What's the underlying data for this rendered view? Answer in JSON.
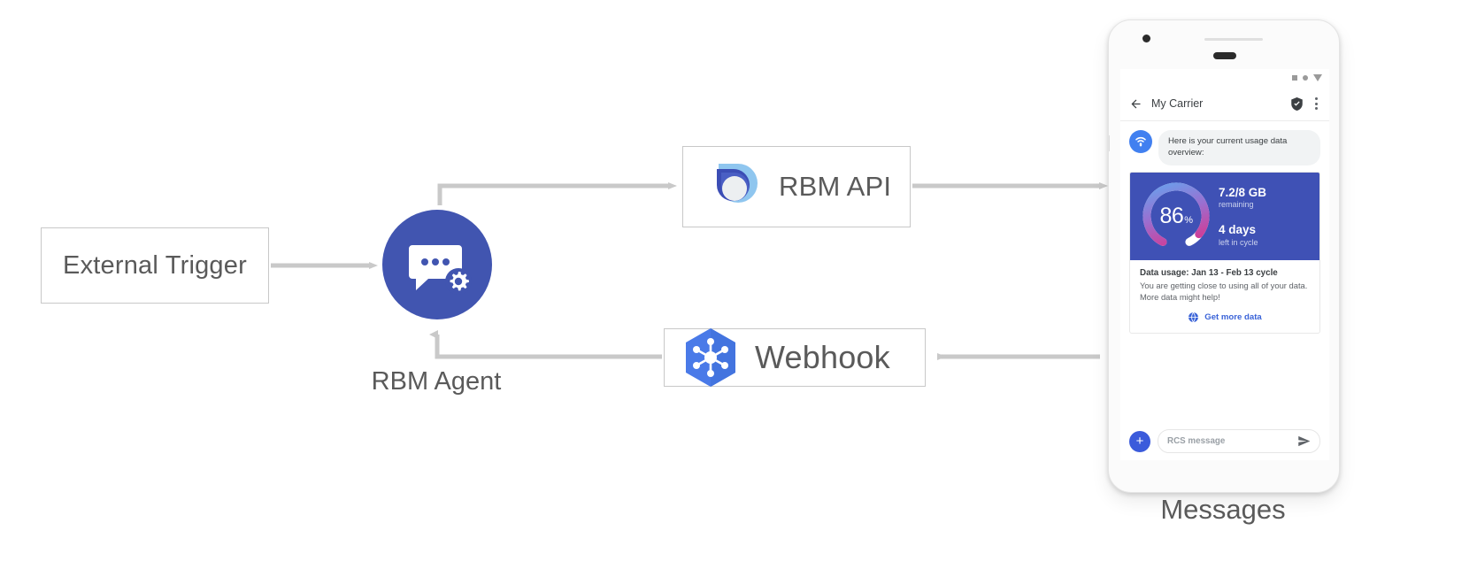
{
  "diagram": {
    "nodes": {
      "external_trigger": {
        "label": "External Trigger"
      },
      "rbm_agent": {
        "label": "RBM Agent",
        "icon": "chat-gear-icon",
        "color": "#4155b0"
      },
      "rbm_api": {
        "label": "RBM API",
        "icon": "rbm-droplet-icon"
      },
      "webhook": {
        "label": "Webhook",
        "icon": "cloud-function-hexagon-icon",
        "color": "#4a7ae8"
      },
      "messages": {
        "label": "Messages"
      }
    }
  },
  "phone": {
    "statusbar": {
      "icons": [
        "square-icon",
        "circle-icon",
        "triangle-down-icon"
      ]
    },
    "appbar": {
      "back_icon": "arrow-back-icon",
      "title": "My Carrier",
      "verified_icon": "verified-shield-icon",
      "overflow_icon": "more-vert-icon"
    },
    "conversation": {
      "avatar_icon": "rcs-signal-icon",
      "message": "Here is your current usage data overview:",
      "card": {
        "gauge": {
          "percent": "86",
          "percent_symbol": "%",
          "value": 86
        },
        "data_remaining": "7.2/8 GB",
        "data_remaining_sub": "remaining",
        "days_left": "4 days",
        "days_left_sub": "left in cycle",
        "title": "Data usage: Jan 13 - Feb 13 cycle",
        "description": "You are getting close to using all of your data. More data might help!",
        "action_icon": "globe-icon",
        "action_label": "Get more data",
        "hero_color": "#3f51b5",
        "action_color": "#3a63d8"
      }
    },
    "composer": {
      "add_icon": "plus-icon",
      "placeholder": "RCS message",
      "send_icon": "send-icon"
    },
    "navbar": {
      "back_icon": "nav-back-icon",
      "home_icon": "nav-home-icon",
      "recents_icon": "nav-recents-icon"
    }
  }
}
